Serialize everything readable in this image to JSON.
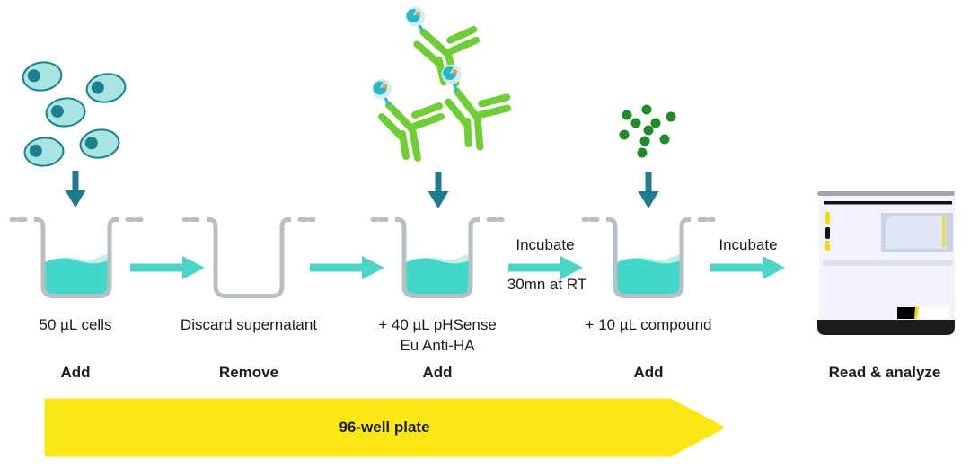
{
  "steps": {
    "cells": {
      "label": "50 µL cells",
      "action": "Add"
    },
    "supernatant": {
      "label": "Discard supernatant",
      "action": "Remove"
    },
    "phsense": {
      "label_line1": "+ 40 µL pHSense",
      "label_line2": "Eu Anti-HA",
      "action": "Add"
    },
    "compound": {
      "label": "+ 10 µL compound",
      "action": "Add"
    },
    "reader": {
      "action": "Read & analyze"
    }
  },
  "incubation_1": {
    "title": "Incubate",
    "detail": "30mn at RT"
  },
  "incubation_2": {
    "title": "Incubate"
  },
  "banner": {
    "label": "96-well plate"
  },
  "icons": {
    "cells-icon": "teal ovals with dark nuclei",
    "antibody-icon": "green Y-shaped antibody with teal europium label",
    "compound-dots-icon": "cluster of green dots",
    "down-arrow-icon": "dark teal downward arrow",
    "flow-arrow-icon": "turquoise rightward arrow",
    "well-icon": "gray microplate well outline",
    "plate-reader-icon": "benchtop plate reader instrument"
  },
  "colors": {
    "liquid_turquoise": "#42D7C9",
    "liquid_highlight": "#C2EFE9",
    "flow_arrow": "#4AD5C6",
    "down_arrow": "#1E7A8C",
    "well_gray": "#B7BFC5",
    "antibody_green": "#6FCE36",
    "compound_green": "#1F8C28",
    "banner_yellow": "#FAE716",
    "text": "#1C1C1C"
  }
}
